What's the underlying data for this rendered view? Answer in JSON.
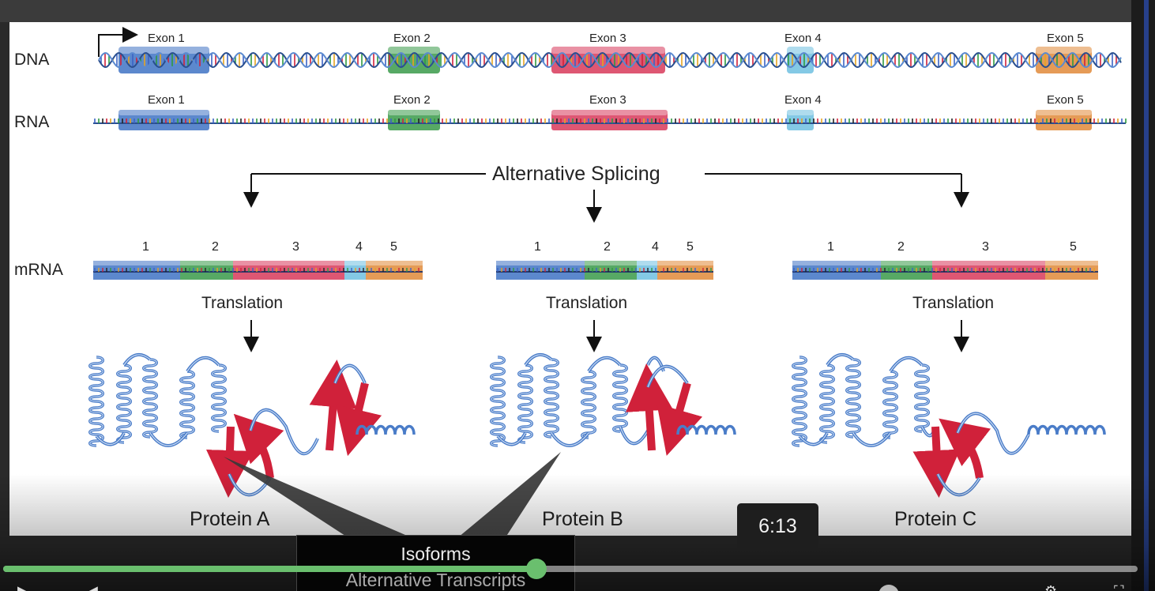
{
  "diagram": {
    "dna_label": "DNA",
    "rna_label": "RNA",
    "mrna_label": "mRNA",
    "exons": [
      {
        "label": "Exon  1",
        "color": "#3f73c4"
      },
      {
        "label": "Exon 2",
        "color": "#3a9a4a"
      },
      {
        "label": "Exon  3",
        "color": "#d83a5a"
      },
      {
        "label": "Exon 4",
        "color": "#6ec0e0"
      },
      {
        "label": "Exon 5",
        "color": "#e0893a"
      }
    ],
    "splicing_label": "Alternative Splicing",
    "isoforms": [
      {
        "numbers": [
          "1",
          "2",
          "3",
          "4",
          "5"
        ],
        "translation": "Translation",
        "protein": "Protein A"
      },
      {
        "numbers": [
          "1",
          "2",
          "4",
          "5"
        ],
        "translation": "Translation",
        "protein": "Protein B"
      },
      {
        "numbers": [
          "1",
          "2",
          "3",
          "5"
        ],
        "translation": "Translation",
        "protein": "Protein C"
      }
    ]
  },
  "tooltip": {
    "line1": "Isoforms",
    "line2": "Alternative Transcripts"
  },
  "player": {
    "time_badge": "6:13",
    "progress_fraction": 0.47,
    "accent_color": "#6abf6e"
  }
}
